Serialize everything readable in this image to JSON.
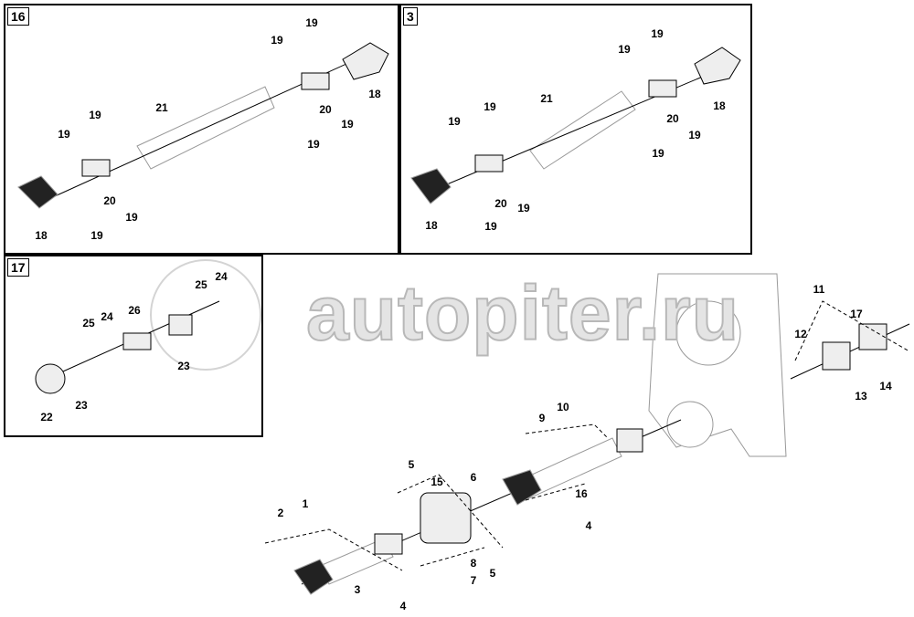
{
  "watermark": {
    "text": "autopiter.ru"
  },
  "panels": [
    {
      "label": "16",
      "callouts": [
        "19",
        "19",
        "18",
        "19",
        "20",
        "19",
        "21",
        "19",
        "19",
        "20",
        "19",
        "18",
        "19"
      ]
    },
    {
      "label": "3",
      "callouts": [
        "19",
        "19",
        "21",
        "18",
        "20",
        "19",
        "19",
        "19",
        "19",
        "19",
        "20",
        "18",
        "19"
      ]
    },
    {
      "label": "17",
      "callouts": [
        "24",
        "25",
        "26",
        "25",
        "24",
        "23",
        "23",
        "22"
      ]
    }
  ],
  "main_callouts": [
    "11",
    "17",
    "12",
    "13",
    "14",
    "9",
    "10",
    "15",
    "6",
    "5",
    "16",
    "4",
    "2",
    "1",
    "3",
    "8",
    "7",
    "5",
    "4"
  ],
  "colors": {
    "line": "#000000",
    "part": "#c8c8c8",
    "watermark": "#d4d4d4"
  }
}
